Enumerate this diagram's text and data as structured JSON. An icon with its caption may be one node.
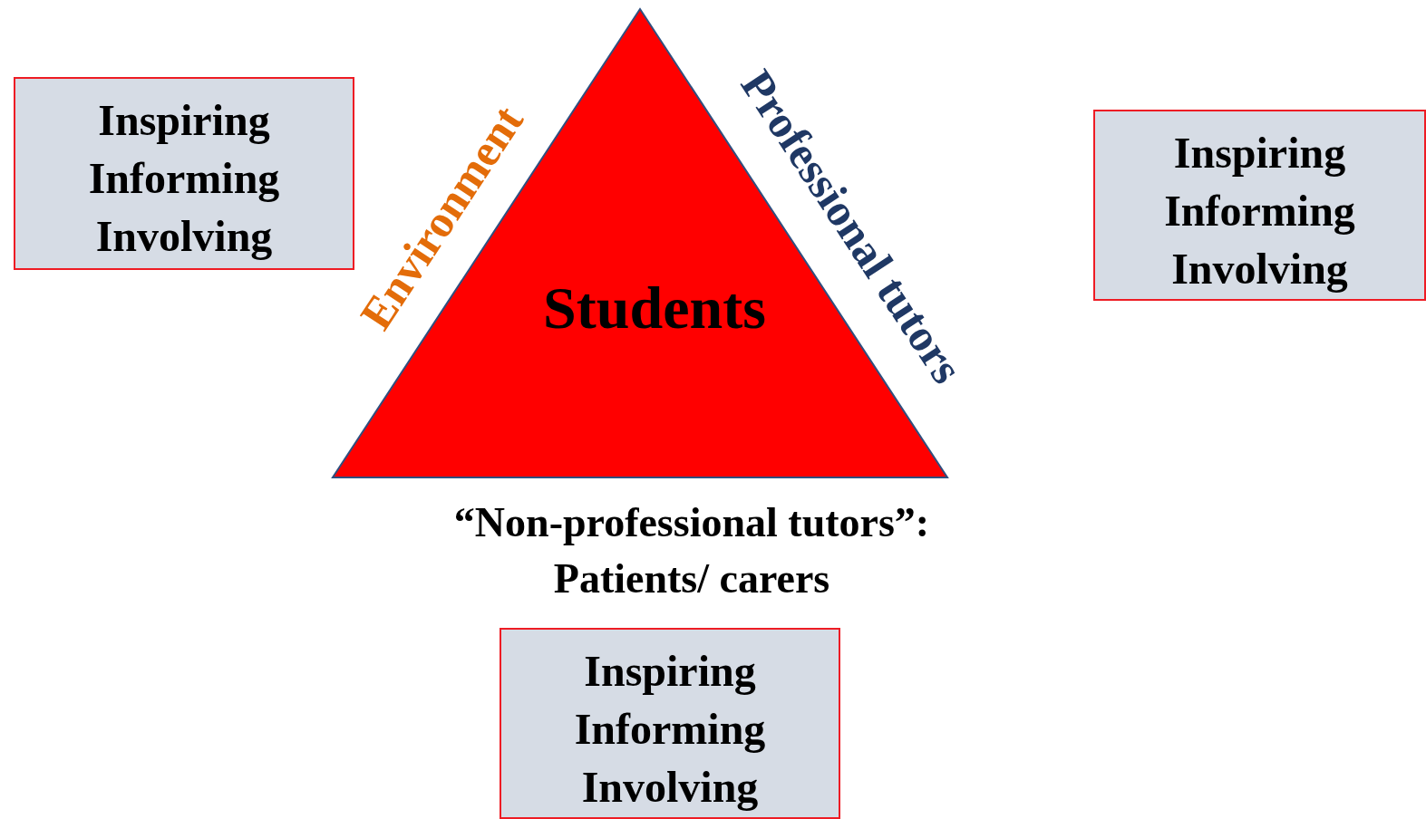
{
  "diagram": {
    "nodes": [
      {
        "text": [
          "Students"
        ]
      },
      {
        "text": [
          "Inspiring",
          "Informing",
          "Involving"
        ]
      },
      {
        "text": [
          "Inspiring",
          "Informing",
          "Involving"
        ]
      },
      {
        "text": [
          "Inspiring",
          "Informing",
          "Involving"
        ]
      }
    ],
    "labels": [
      "Environment",
      "Professional tutors",
      "“Non-professional tutors”:",
      "Patients/ carers"
    ]
  }
}
